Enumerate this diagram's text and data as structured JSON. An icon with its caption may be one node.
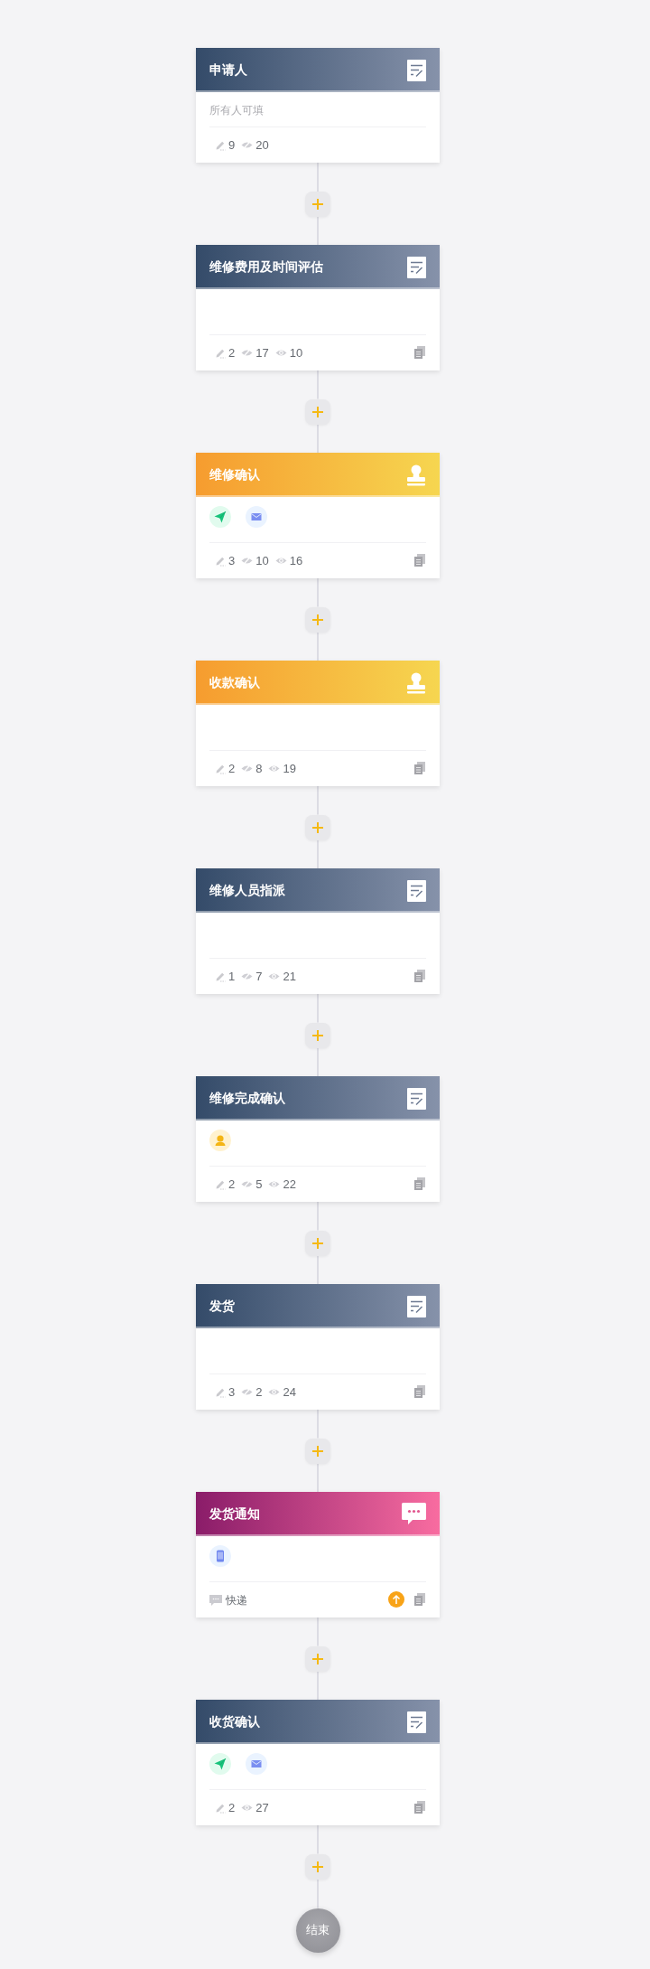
{
  "diagram": {
    "nodes": [
      {
        "text": [
          "申请人",
          "所有人可填",
          "9",
          "20"
        ]
      },
      {
        "text": [],
        "shape": "box"
      },
      {
        "text": [
          "维修费用及时间评估",
          "2",
          "17",
          "10"
        ]
      },
      {
        "text": [],
        "shape": "box"
      },
      {
        "text": [
          "维修确认",
          "3",
          "10",
          "16"
        ]
      },
      {
        "text": [],
        "shape": "box"
      },
      {
        "text": [
          "收款确认",
          "2",
          "8",
          "19"
        ]
      },
      {
        "text": [],
        "shape": "box"
      },
      {
        "text": [
          "维修人员指派",
          "1",
          "7",
          "21"
        ]
      },
      {
        "text": [],
        "shape": "box"
      },
      {
        "text": [
          "维修完成确认",
          "2",
          "5",
          "22"
        ]
      },
      {
        "text": [],
        "shape": "box"
      },
      {
        "text": [
          "发货",
          "3",
          "2",
          "24"
        ]
      },
      {
        "text": [],
        "shape": "box"
      },
      {
        "text": [
          "发货通知",
          "快递"
        ]
      },
      {
        "text": [],
        "shape": "box"
      },
      {
        "text": [
          "收货确认",
          "2",
          "27"
        ]
      },
      {
        "text": [],
        "shape": "box"
      },
      {
        "text": [
          "结束"
        ]
      }
    ],
    "edges": [
      {
        "from": 0,
        "to": 1,
        "arrow": "none"
      },
      {
        "from": 1,
        "to": 2,
        "arrow": "none"
      },
      {
        "from": 2,
        "to": 3,
        "arrow": "none"
      },
      {
        "from": 3,
        "to": 4,
        "arrow": "none"
      },
      {
        "from": 4,
        "to": 5,
        "arrow": "none"
      },
      {
        "from": 5,
        "to": 6,
        "arrow": "none"
      },
      {
        "from": 6,
        "to": 7,
        "arrow": "none"
      },
      {
        "from": 7,
        "to": 8,
        "arrow": "none"
      },
      {
        "from": 8,
        "to": 9,
        "arrow": "none"
      },
      {
        "from": 9,
        "to": 10,
        "arrow": "none"
      },
      {
        "from": 10,
        "to": 11,
        "arrow": "none"
      },
      {
        "from": 11,
        "to": 12,
        "arrow": "none"
      },
      {
        "from": 12,
        "to": 13,
        "arrow": "none"
      },
      {
        "from": 13,
        "to": 14,
        "arrow": "none"
      },
      {
        "from": 14,
        "to": 15,
        "arrow": "none"
      },
      {
        "from": 15,
        "to": 16,
        "arrow": "none"
      },
      {
        "from": 16,
        "to": 17,
        "arrow": "none"
      },
      {
        "from": 17,
        "to": 18,
        "arrow": "none"
      }
    ]
  }
}
